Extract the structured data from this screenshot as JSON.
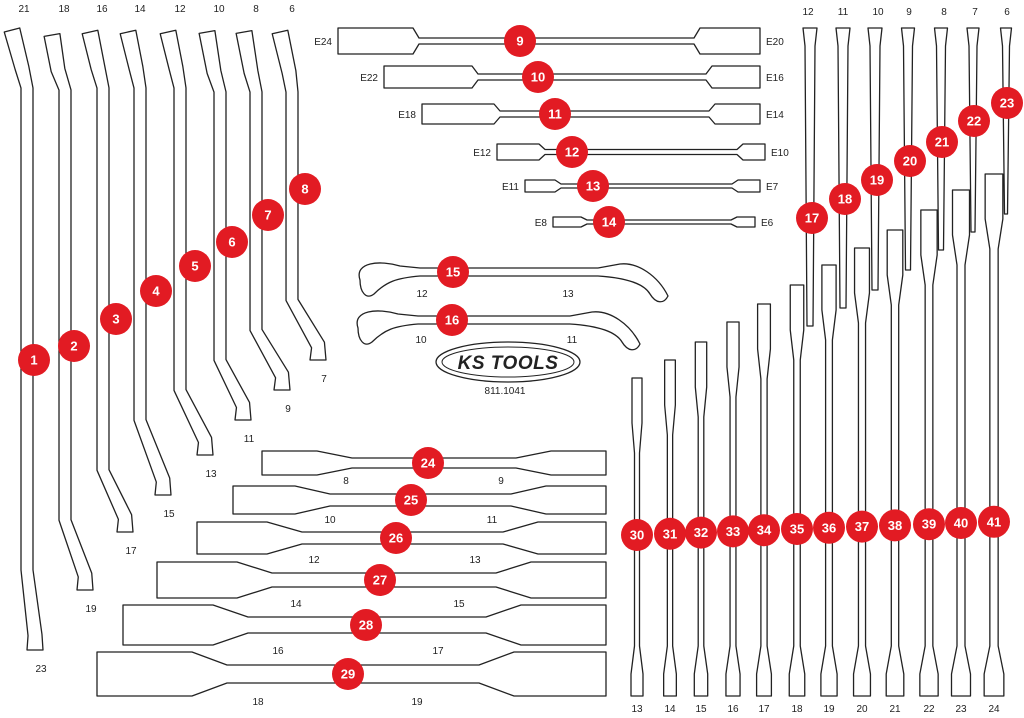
{
  "accent": "#e21b23",
  "set": {
    "brand": "KS TOOLS",
    "code": "811.1041",
    "logo": "ks-tools-logo"
  },
  "offset_wrenches": [
    {
      "n": "1",
      "top": "21",
      "bot": "23"
    },
    {
      "n": "2",
      "top": "18",
      "bot": "19"
    },
    {
      "n": "3",
      "top": "16",
      "bot": "17"
    },
    {
      "n": "4",
      "top": "14",
      "bot": "15"
    },
    {
      "n": "5",
      "top": "12",
      "bot": "13"
    },
    {
      "n": "6",
      "top": "10",
      "bot": "11"
    },
    {
      "n": "7",
      "top": "8",
      "bot": "9"
    },
    {
      "n": "8",
      "top": "6",
      "bot": "7"
    }
  ],
  "torx_wrenches": [
    {
      "n": "9",
      "left": "E24",
      "right": "E20"
    },
    {
      "n": "10",
      "left": "E22",
      "right": "E16"
    },
    {
      "n": "11",
      "left": "E18",
      "right": "E14"
    },
    {
      "n": "12",
      "left": "E12",
      "right": "E10"
    },
    {
      "n": "13",
      "left": "E11",
      "right": "E7"
    },
    {
      "n": "14",
      "left": "E8",
      "right": "E6"
    }
  ],
  "curved_wrenches": [
    {
      "n": "15",
      "left": "12",
      "right": "13"
    },
    {
      "n": "16",
      "left": "10",
      "right": "11"
    }
  ],
  "flat_wrenches": [
    {
      "n": "24",
      "left": "8",
      "right": "9"
    },
    {
      "n": "25",
      "left": "10",
      "right": "11"
    },
    {
      "n": "26",
      "left": "12",
      "right": "13"
    },
    {
      "n": "27",
      "left": "14",
      "right": "15"
    },
    {
      "n": "28",
      "left": "16",
      "right": "17"
    },
    {
      "n": "29",
      "left": "18",
      "right": "19"
    }
  ],
  "tall_wrenches": [
    {
      "n": "17",
      "top": "12"
    },
    {
      "n": "18",
      "top": "11"
    },
    {
      "n": "19",
      "top": "10"
    },
    {
      "n": "20",
      "top": "9"
    },
    {
      "n": "21",
      "top": "8"
    },
    {
      "n": "22",
      "top": "7"
    },
    {
      "n": "23",
      "top": "6"
    }
  ],
  "vertical_wrenches": [
    {
      "n": "30",
      "bot": "13"
    },
    {
      "n": "31",
      "bot": "14"
    },
    {
      "n": "32",
      "bot": "15"
    },
    {
      "n": "33",
      "bot": "16"
    },
    {
      "n": "34",
      "bot": "17"
    },
    {
      "n": "35",
      "bot": "18"
    },
    {
      "n": "36",
      "bot": "19"
    },
    {
      "n": "37",
      "bot": "20"
    },
    {
      "n": "38",
      "bot": "21"
    },
    {
      "n": "39",
      "bot": "22"
    },
    {
      "n": "40",
      "bot": "23"
    },
    {
      "n": "41",
      "bot": "24"
    }
  ]
}
